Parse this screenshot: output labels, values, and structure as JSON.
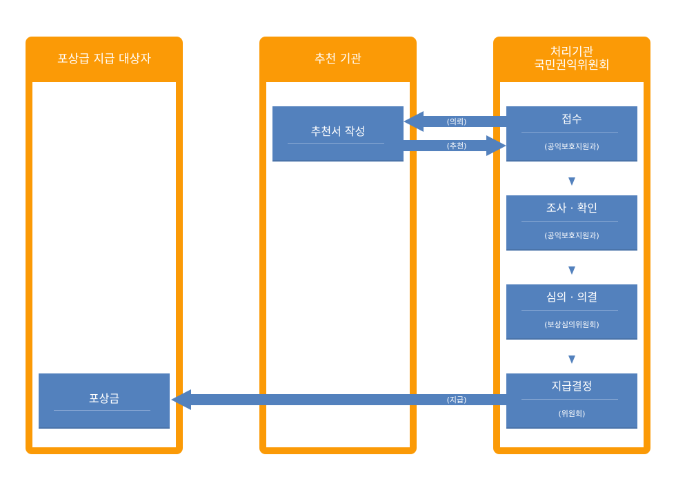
{
  "lanes": {
    "recipient": {
      "title": "포상급 지급 대상자"
    },
    "recommender": {
      "title": "추천 기관"
    },
    "processor": {
      "title_line1": "처리기관",
      "title_line2": "국민권익위원회"
    }
  },
  "boxes": {
    "write_recommendation": {
      "title": "추천서 작성"
    },
    "receipt": {
      "title": "접수",
      "sub": "(공익보호지원과)"
    },
    "investigation": {
      "title": "조사 · 확인",
      "sub": "(공익보호지원과)"
    },
    "deliberation": {
      "title": "심의 · 의결",
      "sub": "(보상심의위원회)"
    },
    "payment_decision": {
      "title": "지급결정",
      "sub": "(위원회)"
    },
    "reward": {
      "title": "포상금"
    }
  },
  "arrows": {
    "request": "(의뢰)",
    "recommend": "(추천)",
    "payment": "(지급)"
  },
  "colors": {
    "lane": "#fb9a06",
    "box": "#5381bd",
    "arrow": "#5381bd"
  }
}
